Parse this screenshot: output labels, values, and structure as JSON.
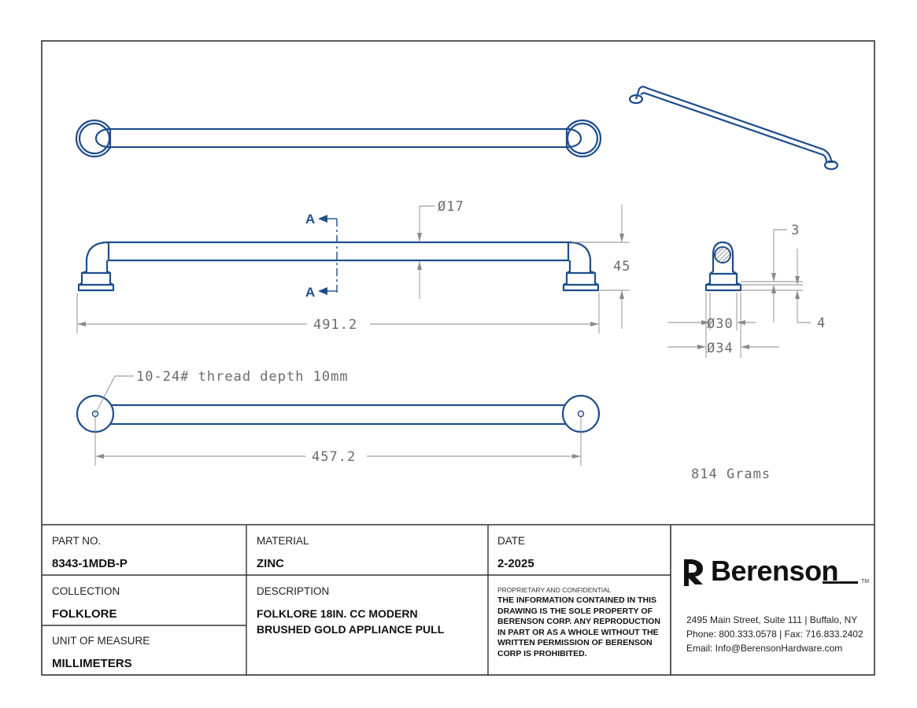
{
  "drawing": {
    "dims": {
      "diameter_bar": "Ø17",
      "height": "45",
      "overall_length": "491.2",
      "cc_length": "457.2",
      "thread_note": "10-24# thread depth 10mm",
      "top_thickness": "3",
      "base_height": "4",
      "diameter_inner": "Ø30",
      "diameter_outer": "Ø34",
      "weight": "814 Grams",
      "section_label": "A"
    }
  },
  "title_block": {
    "part_no": {
      "label": "PART NO.",
      "value": "8343-1MDB-P"
    },
    "collection": {
      "label": "COLLECTION",
      "value": "FOLKLORE"
    },
    "unit": {
      "label": "UNIT OF MEASURE",
      "value": "MILLIMETERS"
    },
    "material": {
      "label": "MATERIAL",
      "value": "ZINC"
    },
    "description": {
      "label": "DESCRIPTION",
      "line1": "FOLKLORE 18IN. CC MODERN",
      "line2": "BRUSHED GOLD APPLIANCE PULL"
    },
    "date": {
      "label": "DATE",
      "value": "2-2025"
    },
    "proprietary": {
      "title": "PROPRIETARY AND CONFIDENTIAL",
      "lines": [
        "THE INFORMATION CONTAINED IN THIS",
        "DRAWING IS THE SOLE PROPERTY OF",
        "BERENSON CORP. ANY REPRODUCTION",
        "IN PART OR AS A WHOLE WITHOUT THE",
        "WRITTEN PERMISSION OF BERENSON",
        "CORP IS PROHIBITED."
      ]
    },
    "company": {
      "name": "Berenson",
      "tm": "TM",
      "address": "2495 Main Street, Suite 111 | Buffalo, NY",
      "phone": "Phone: 800.333.0578 | Fax: 716.833.2402",
      "email": "Email: Info@BerensonHardware.com"
    }
  },
  "colors": {
    "line": "#1f4e8c",
    "dimension": "#8a8a8a",
    "frame": "#333333"
  }
}
